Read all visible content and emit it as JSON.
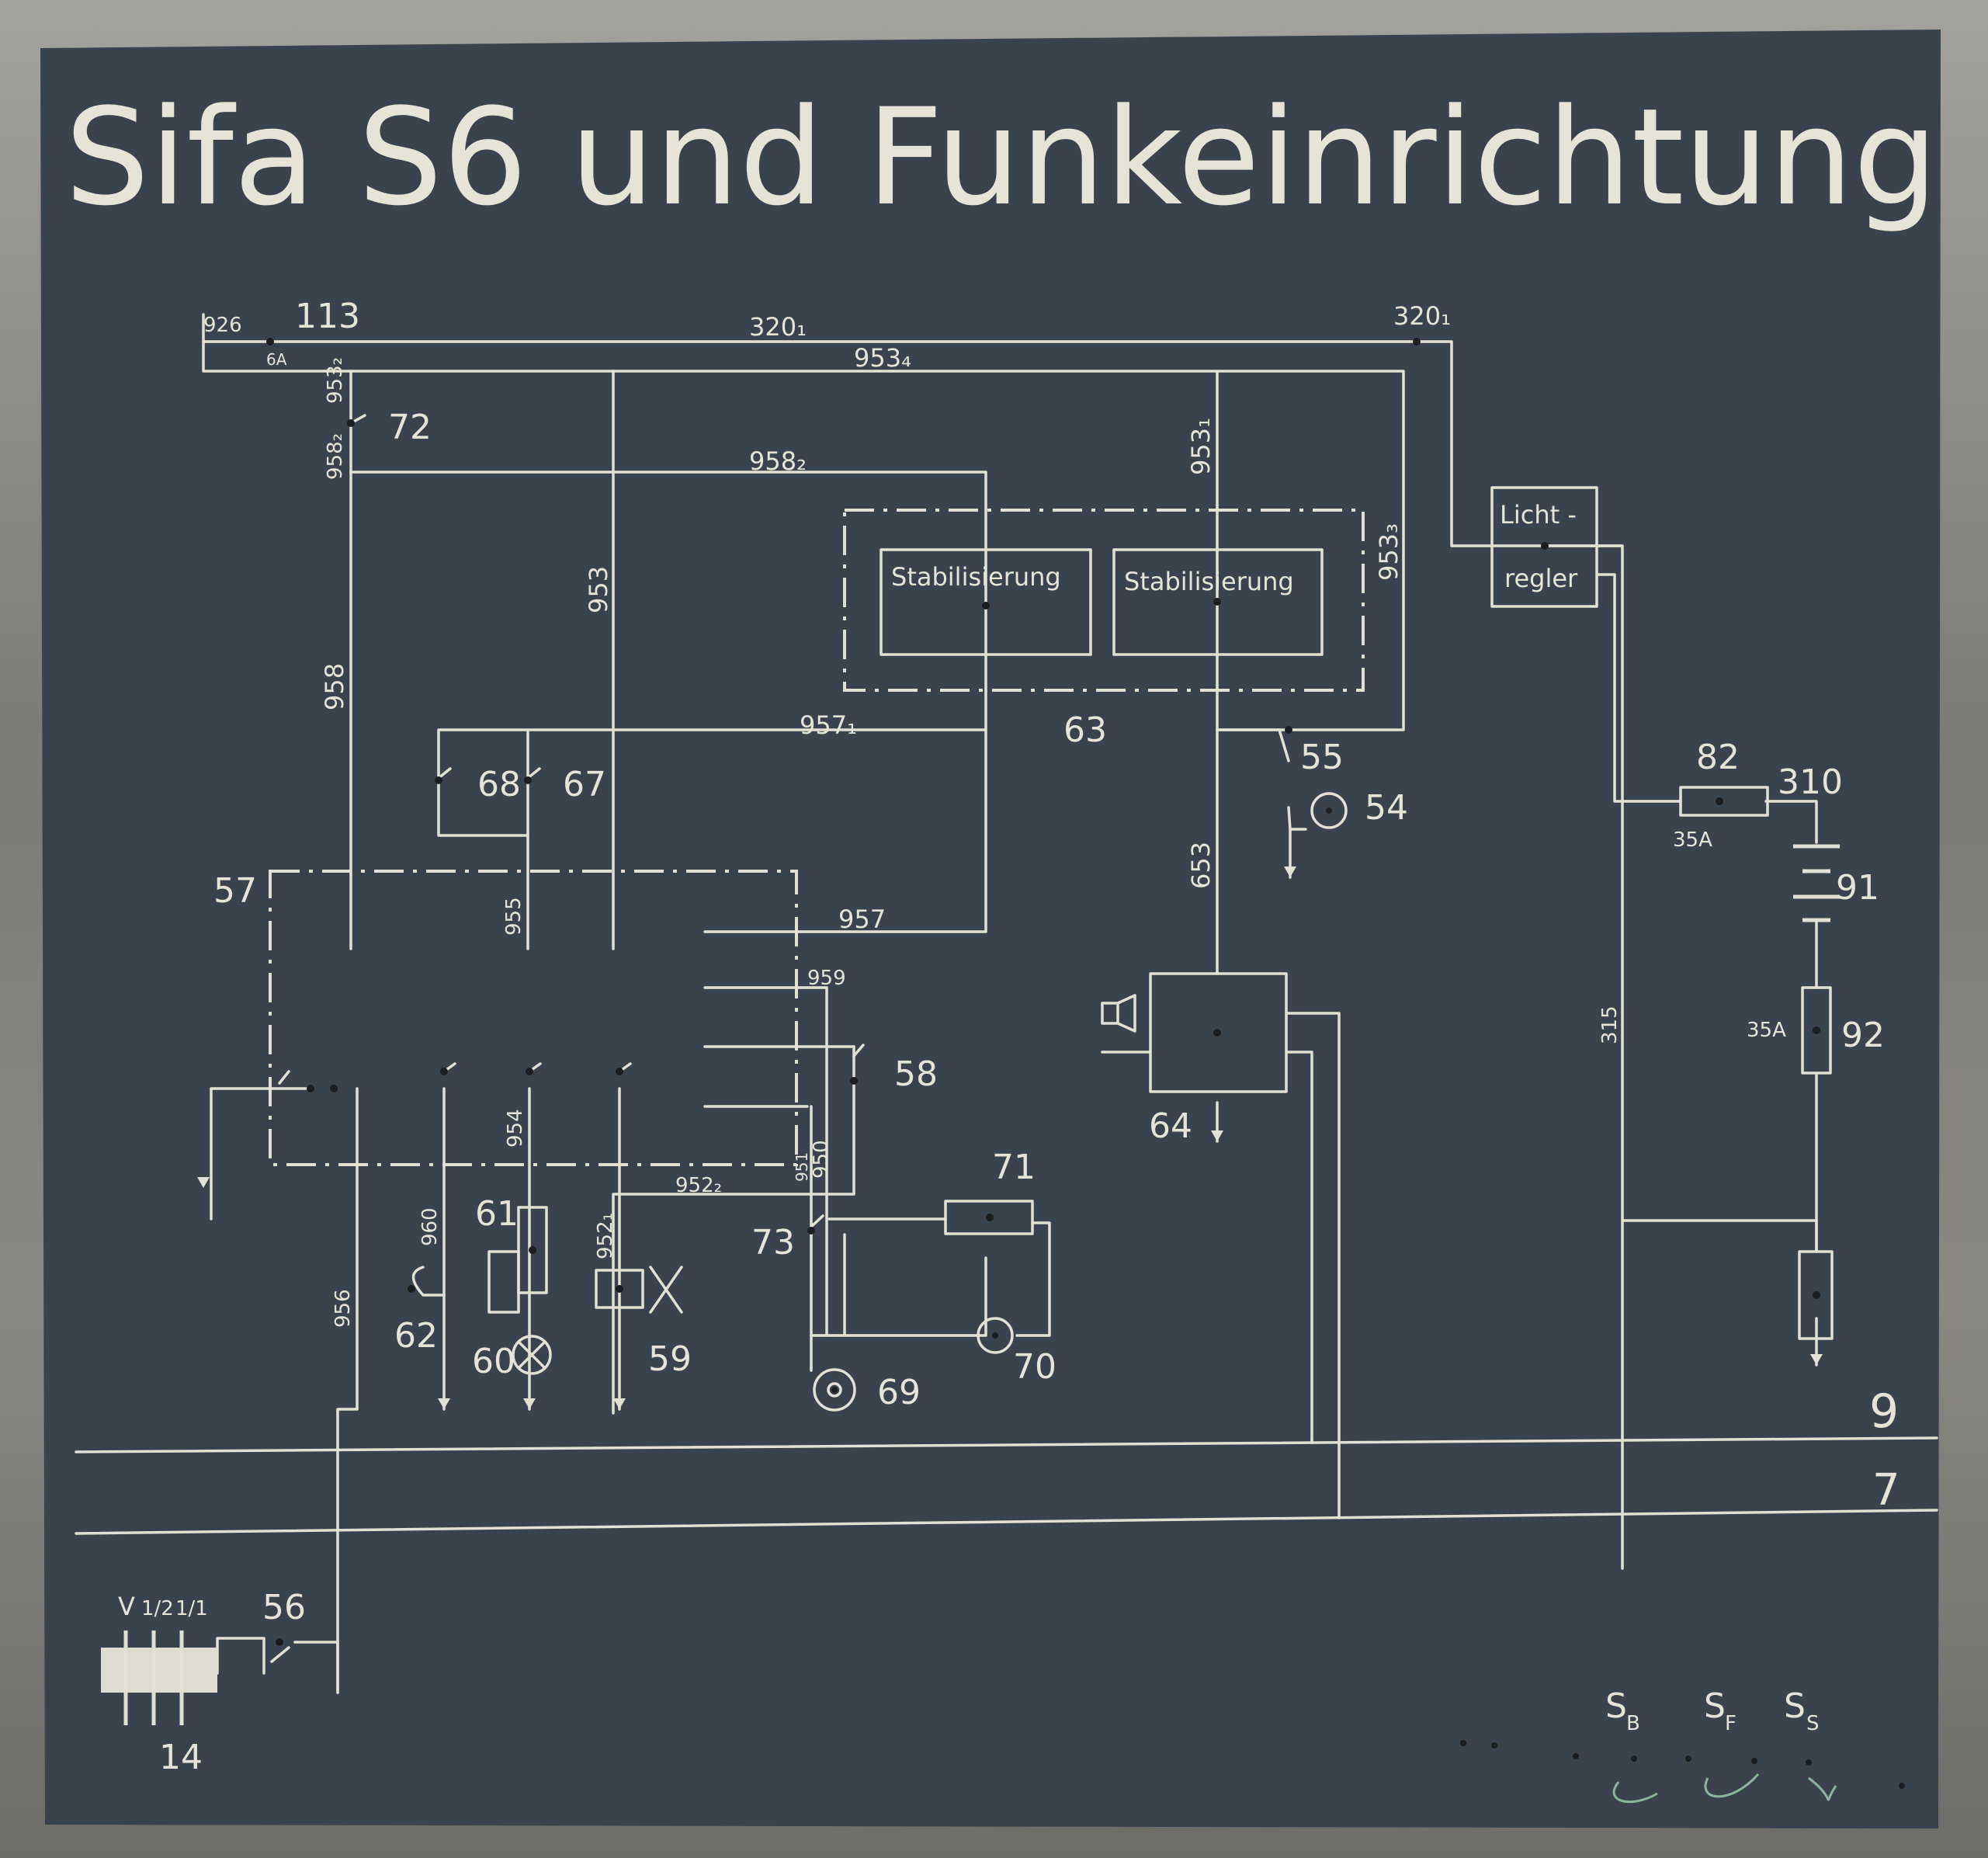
{
  "title": "Sifa S6 und Funkeinrichtung",
  "colors": {
    "board": "#3a424e",
    "chalk": "#e3e1d4",
    "wall": "#8f8f8c"
  },
  "wires": {
    "w926": "926",
    "w6a": "6A",
    "w113": "113",
    "w320a": "320₁",
    "w320b": "320₁",
    "w953_4": "953₄",
    "w953_2": "953₂",
    "w953_1": "953₁",
    "w953_3": "953₃",
    "w953": "953",
    "w958_2a": "958₂",
    "w958_2b": "958₂",
    "w958": "958",
    "w957_1": "957₁",
    "w957": "957",
    "w955": "955",
    "w959": "959",
    "w653": "653",
    "w954": "954",
    "w960": "960",
    "w956": "956",
    "w952_1": "952₁",
    "w952_2": "952₂",
    "w951": "951",
    "w950": "950",
    "w315": "315",
    "w35a_a": "35A",
    "w35a_b": "35A",
    "w310": "310"
  },
  "blocks": {
    "stab1": "Stabilisierung",
    "stab2": "Stabilisierung",
    "licht_1": "Licht -",
    "licht_2": "regler"
  },
  "components": {
    "c72": "72",
    "c68": "68",
    "c67": "67",
    "c63": "63",
    "c55": "55",
    "c54": "54",
    "c57": "57",
    "c82": "82",
    "c91": "91",
    "c92": "92",
    "c58": "58",
    "c64": "64",
    "c71": "71",
    "c61": "61",
    "c73": "73",
    "c62": "62",
    "c60": "60",
    "c59": "59",
    "c69": "69",
    "c70": "70",
    "c56": "56",
    "c14": "14"
  },
  "rails": {
    "r9": "9",
    "r7": "7"
  },
  "switch_positions": {
    "v": "V",
    "half": "1/2",
    "full": "1/1"
  },
  "sockets": {
    "sb": "S",
    "sb_sub": "B",
    "sf": "S",
    "sf_sub": "F",
    "ss": "S",
    "ss_sub": "S"
  }
}
